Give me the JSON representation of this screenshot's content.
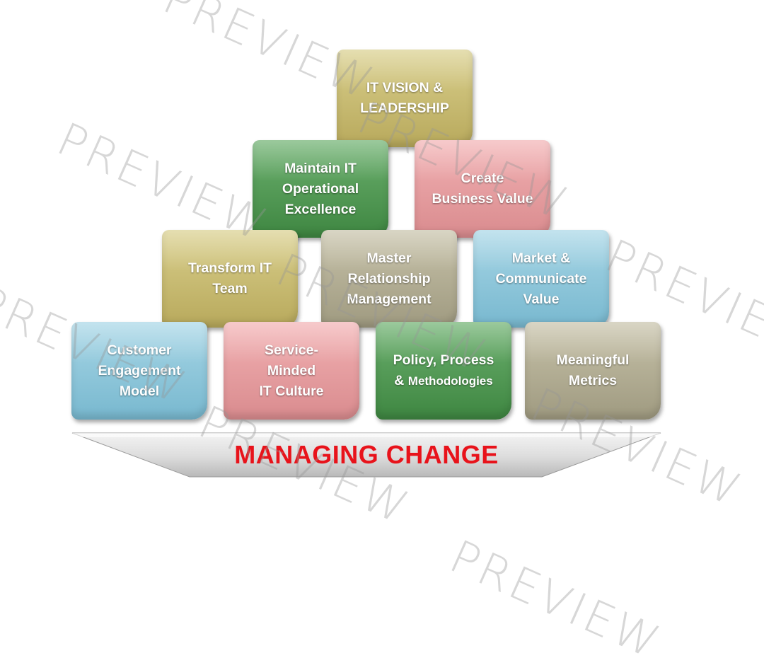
{
  "blocks": {
    "it_vision": "IT VISION &\nLEADERSHIP",
    "operational_excellence": "Maintain IT\nOperational\nExcellence",
    "business_value": "Create\nBusiness Value",
    "transform_team": "Transform IT\nTeam",
    "relationship_management": "Master\nRelationship\nManagement",
    "communicate_value": "Market &\nCommunicate\nValue",
    "customer_engagement": "Customer\nEngagement\nModel",
    "it_culture": "Service-\nMinded\nIT Culture",
    "policy_line1": "Policy, Process",
    "policy_amp": "&",
    "policy_line2": "Methodologies",
    "metrics": "Meaningful\nMetrics"
  },
  "base": {
    "label": "MANAGING CHANGE"
  },
  "watermark": "PREVIEW",
  "colors": {
    "gold": "#c8bb72",
    "green": "#4f9a52",
    "pink": "#e69ea0",
    "taupe": "#b3ae94",
    "blue": "#8fc7db",
    "base_text": "#e8131b"
  }
}
